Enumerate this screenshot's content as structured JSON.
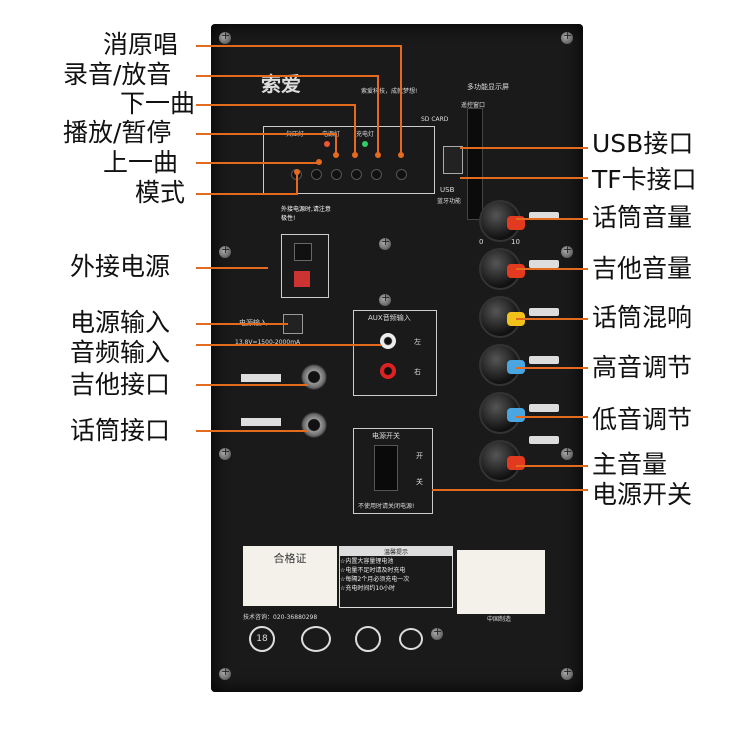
{
  "callouts_left": [
    {
      "key": "mute",
      "text": "消原唱"
    },
    {
      "key": "record",
      "text": "录音/放音"
    },
    {
      "key": "next",
      "text": "下一曲"
    },
    {
      "key": "play",
      "text": "播放/暂停"
    },
    {
      "key": "prev",
      "text": "上一曲"
    },
    {
      "key": "mode",
      "text": "模式"
    },
    {
      "key": "ext_power",
      "text": "外接电源"
    },
    {
      "key": "power_in",
      "text": "电源输入"
    },
    {
      "key": "audio_in",
      "text": "音频输入"
    },
    {
      "key": "guitar_jack",
      "text": "吉他接口"
    },
    {
      "key": "mic_jack",
      "text": "话筒接口"
    }
  ],
  "callouts_right": [
    {
      "key": "usb",
      "text": "USB接口"
    },
    {
      "key": "tf",
      "text": "TF卡接口"
    },
    {
      "key": "mic_vol",
      "text": "话筒音量"
    },
    {
      "key": "guitar_vol",
      "text": "吉他音量"
    },
    {
      "key": "mic_echo",
      "text": "话筒混响"
    },
    {
      "key": "treble",
      "text": "高音调节"
    },
    {
      "key": "bass",
      "text": "低音调节"
    },
    {
      "key": "master",
      "text": "主音量"
    },
    {
      "key": "power_switch",
      "text": "电源开关"
    }
  ],
  "panel": {
    "brand": "索爱",
    "slogan": "索爱科技，成就梦想!",
    "display_label": "多功能显示屏",
    "remote_label": "遥控窗口",
    "sd_card": "SD CARD",
    "usb_label": "USB",
    "bt_label": "蓝牙功能",
    "ext_power_warn": "外接电源时,请注意极性!",
    "power_input_label": "电源输入",
    "power_spec": "13.8V=1500-2000mA",
    "aux_label": "AUX音频输入",
    "aux_left": "左",
    "aux_right": "右",
    "switch_title": "电源开关",
    "switch_on": "开",
    "switch_off": "关",
    "switch_note": "不使用时请关闭电源!",
    "knob_scale_min": "0",
    "knob_scale_max": "10",
    "cert_title": "合格证",
    "tip_title": "温馨提示",
    "tip_lines": [
      "☆内置大容量锂电池",
      "☆电量不足时请及时充电",
      "☆每隔2个月必须充电一次",
      "☆充电时间约10小时"
    ],
    "hotline": "技术咨询：020-36880298",
    "made_in": "中国制造",
    "age_mark": "18",
    "led_labels": [
      "欠压灯",
      "电源灯",
      "充电灯"
    ]
  },
  "colors": {
    "accent_line": "#e36a1f",
    "knob_red": "#e23a1e",
    "knob_yellow": "#f2c21a",
    "knob_blue": "#4aa6e0"
  }
}
